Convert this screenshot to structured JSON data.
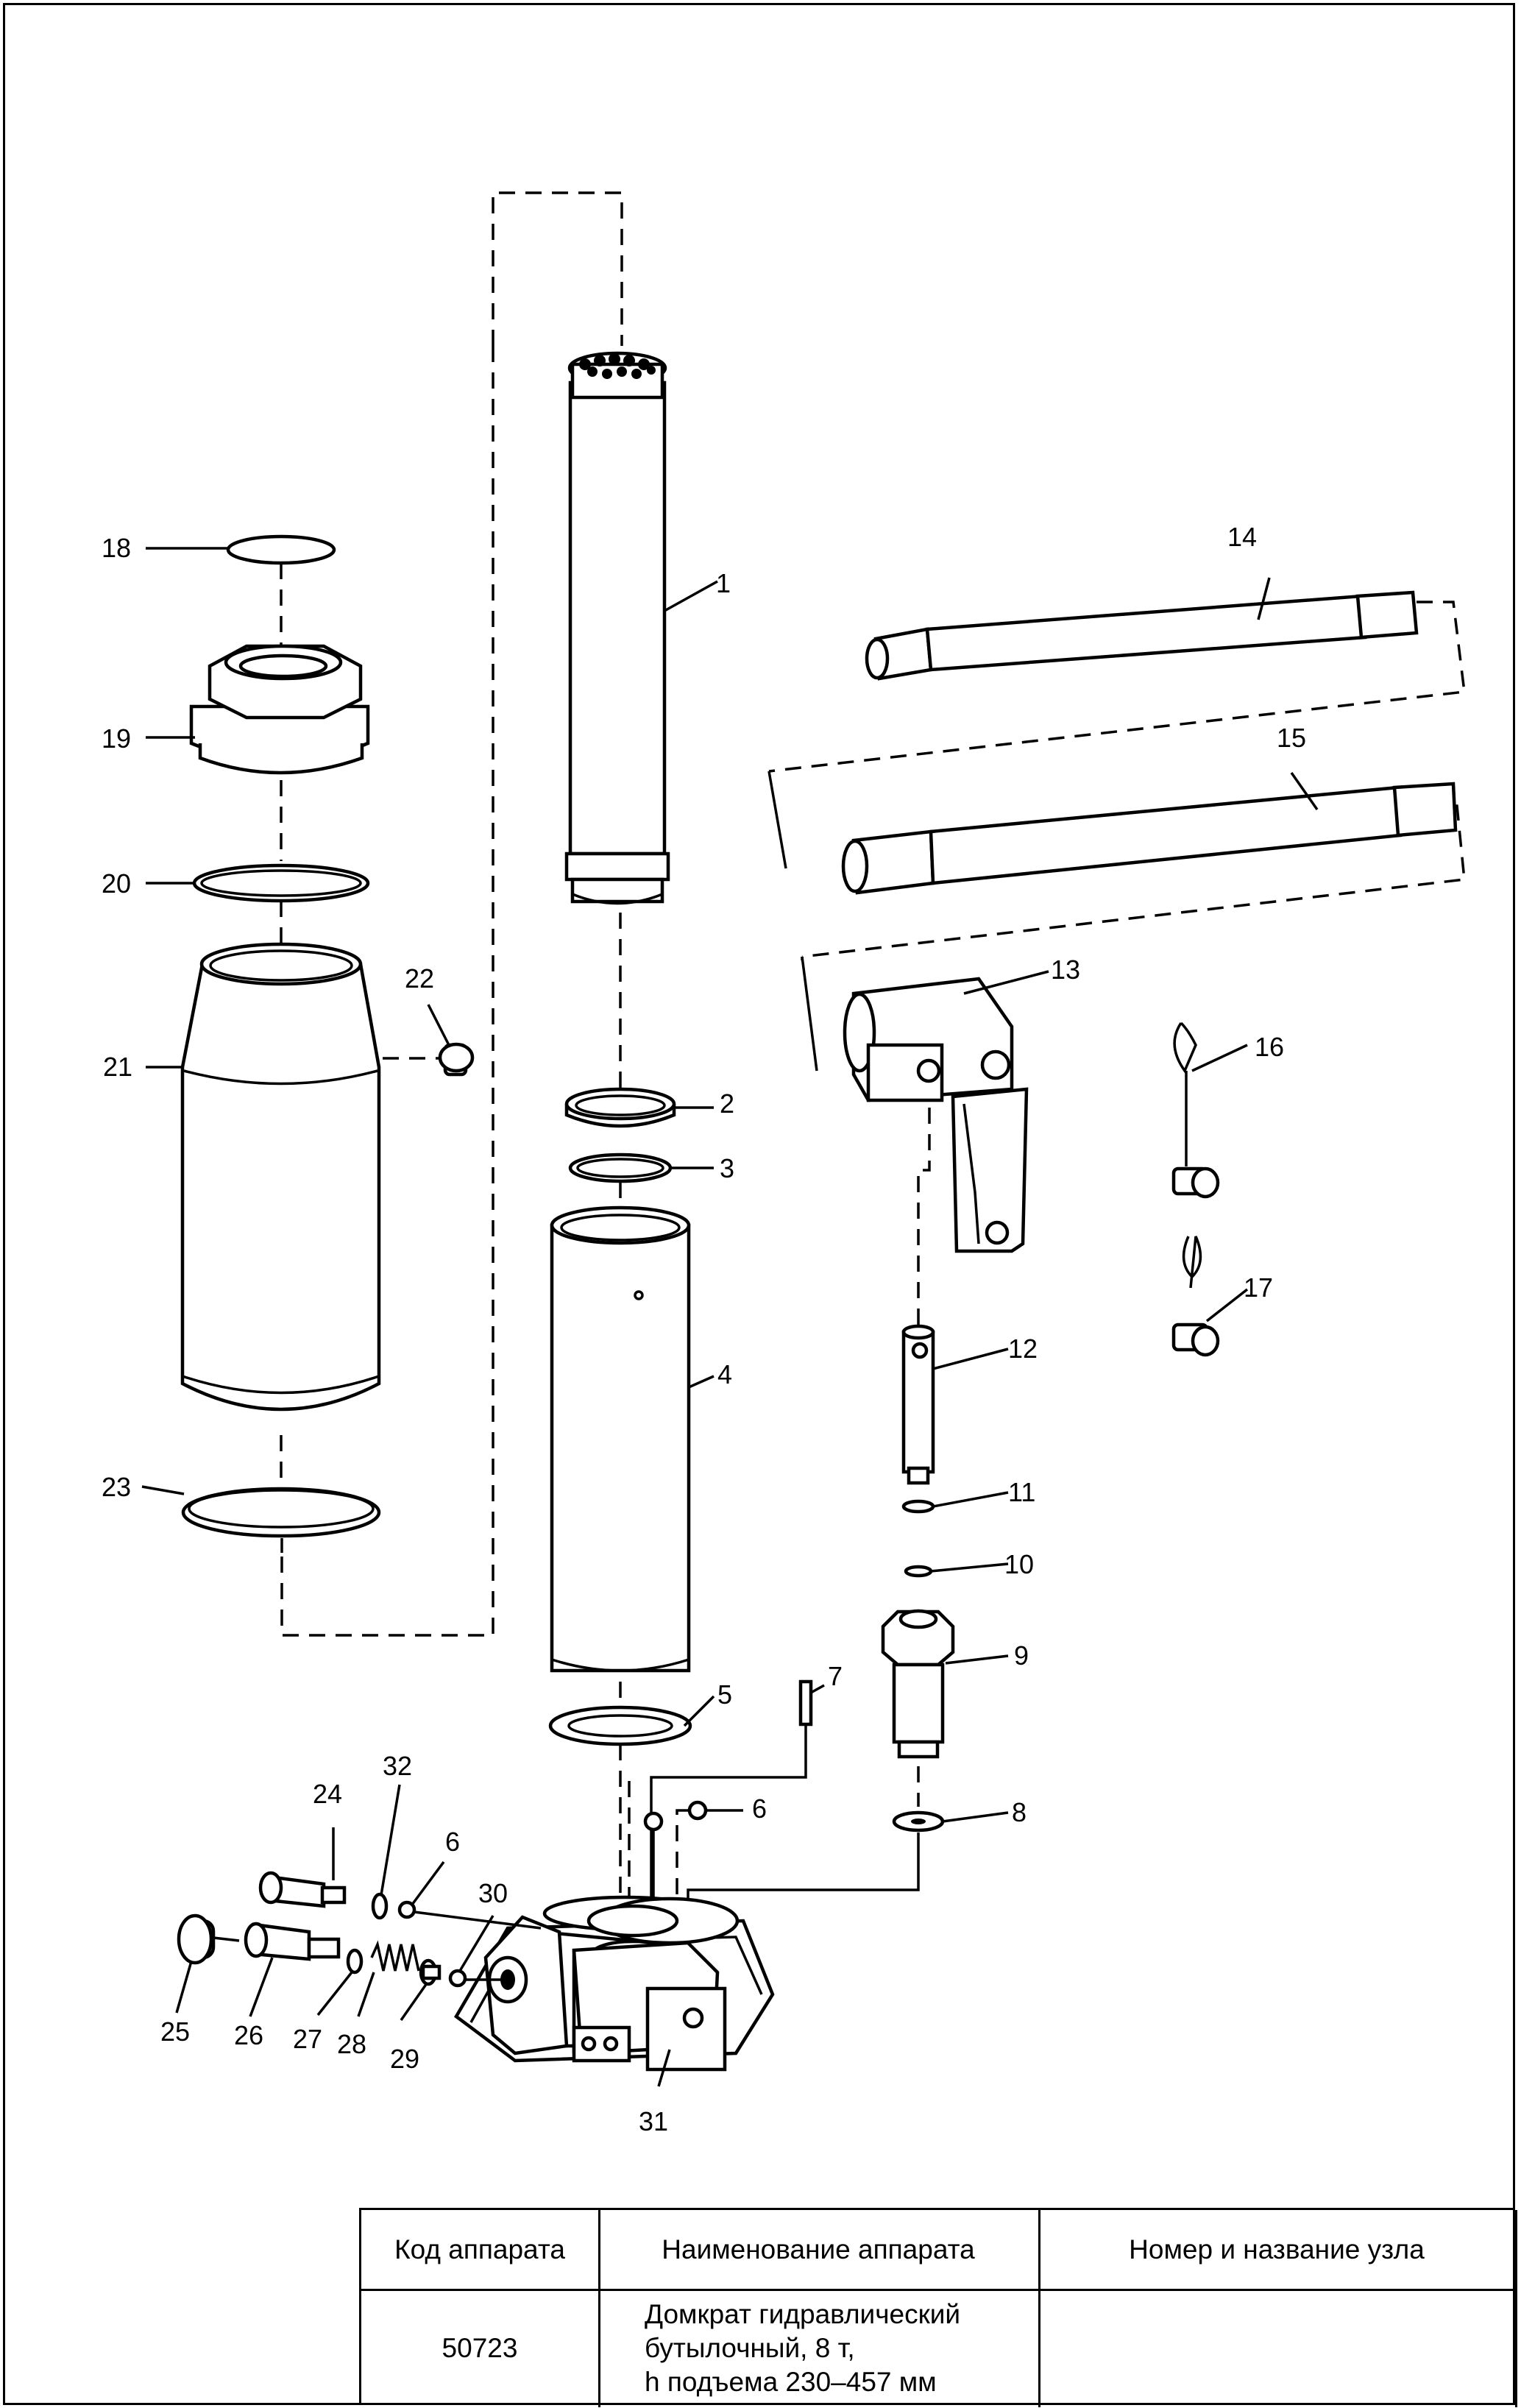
{
  "diagram": {
    "labels": [
      "1",
      "2",
      "3",
      "4",
      "5",
      "6",
      "6",
      "7",
      "8",
      "9",
      "10",
      "11",
      "12",
      "13",
      "14",
      "15",
      "16",
      "17",
      "18",
      "19",
      "20",
      "21",
      "22",
      "23",
      "24",
      "25",
      "26",
      "27",
      "28",
      "29",
      "30",
      "31",
      "32"
    ]
  },
  "title_block": {
    "headers": {
      "code": "Код аппарата",
      "name": "Наименование аппарата",
      "unit": "Номер и название узла"
    },
    "row": {
      "code": "50723",
      "name_lines": [
        "Домкрат гидравлический",
        "бутылочный, 8 т,",
        "h подъема 230–457 мм"
      ],
      "unit": ""
    }
  }
}
